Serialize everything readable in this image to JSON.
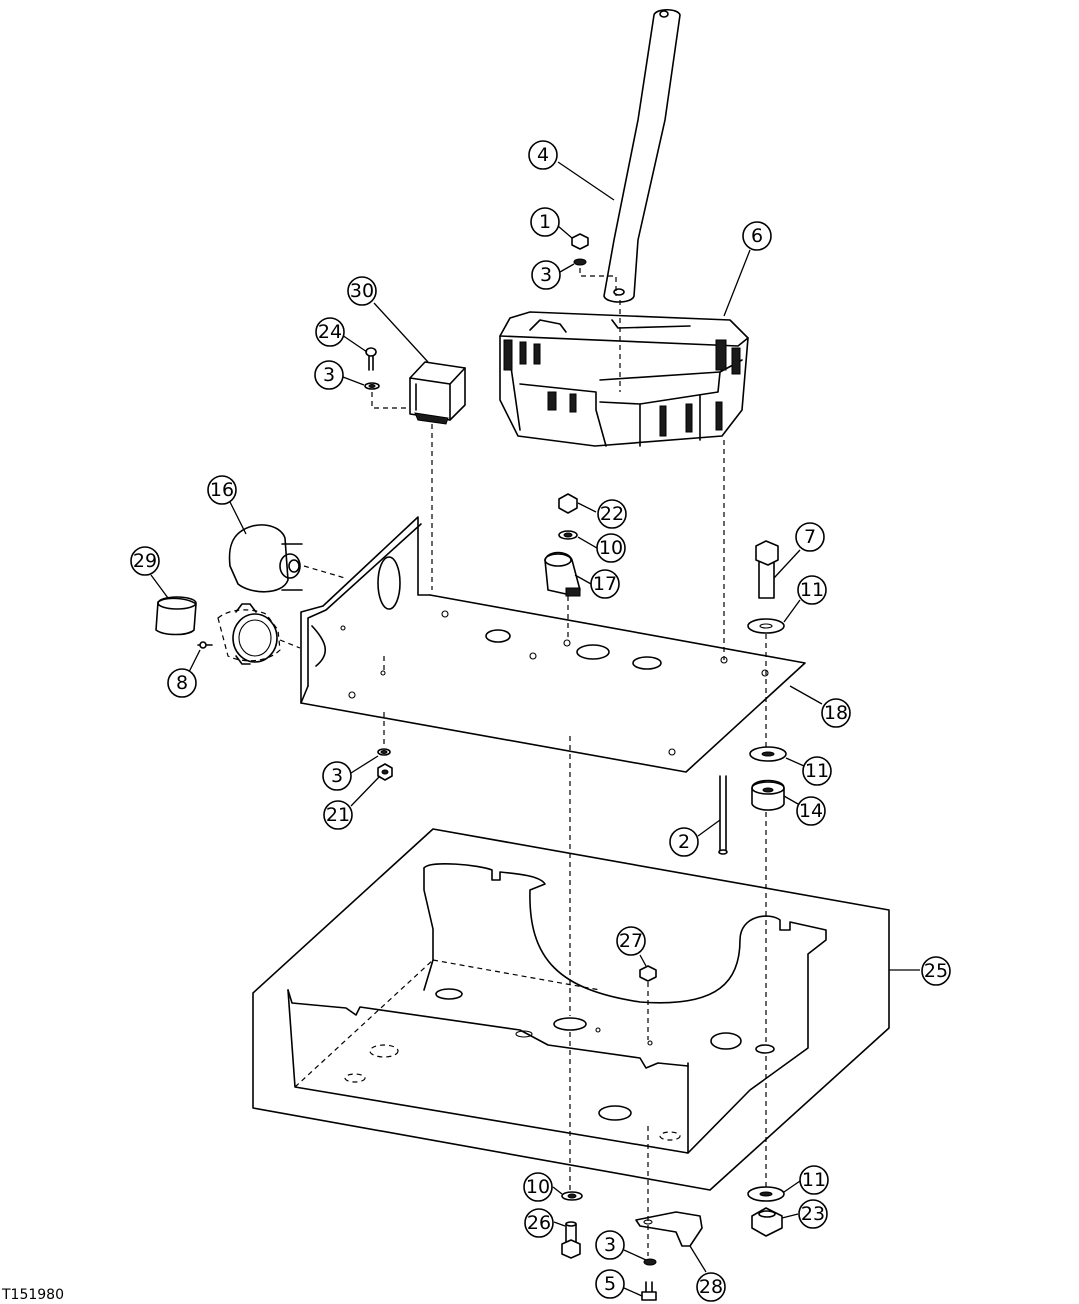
{
  "figure_id": "T151980",
  "callouts": [
    {
      "label": "1"
    },
    {
      "label": "2"
    },
    {
      "label": "3"
    },
    {
      "label": "3"
    },
    {
      "label": "3"
    },
    {
      "label": "3"
    },
    {
      "label": "4"
    },
    {
      "label": "5"
    },
    {
      "label": "6"
    },
    {
      "label": "7"
    },
    {
      "label": "8"
    },
    {
      "label": "10"
    },
    {
      "label": "10"
    },
    {
      "label": "11"
    },
    {
      "label": "11"
    },
    {
      "label": "11"
    },
    {
      "label": "14"
    },
    {
      "label": "16"
    },
    {
      "label": "17"
    },
    {
      "label": "18"
    },
    {
      "label": "21"
    },
    {
      "label": "22"
    },
    {
      "label": "23"
    },
    {
      "label": "24"
    },
    {
      "label": "25"
    },
    {
      "label": "26"
    },
    {
      "label": "27"
    },
    {
      "label": "28"
    },
    {
      "label": "29"
    },
    {
      "label": "30"
    }
  ]
}
